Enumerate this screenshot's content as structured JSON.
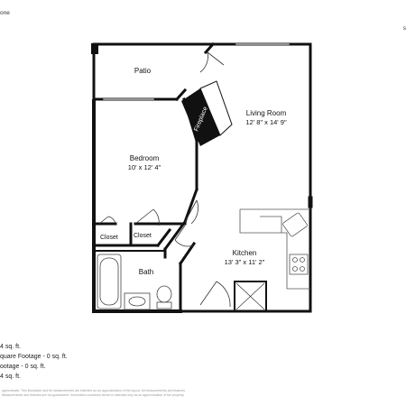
{
  "header": {
    "corner_left": "one",
    "corner_right": "s"
  },
  "rooms": {
    "patio": {
      "name": "Patio"
    },
    "living": {
      "name": "Living Room",
      "dims": "12' 8\" x 14' 9\""
    },
    "bedroom": {
      "name": "Bedroom",
      "dims": "10' x 12' 4\""
    },
    "closet1": {
      "name": "Closet"
    },
    "closet2": {
      "name": "Closet"
    },
    "bath": {
      "name": "Bath"
    },
    "kitchen": {
      "name": "Kitchen",
      "dims": "13' 3\" x 11' 2\""
    },
    "fireplace": {
      "name": "Fireplace"
    }
  },
  "footage": [
    "4 sq. ft.",
    "quare Footage - 0 sq. ft.",
    "ootage - 0 sq. ft.",
    "4 sq. ft."
  ],
  "disclaimer": {
    "line1": "approximate. This illustration and its measurements are intended as an approximation of the layout. All measurements and features",
    "line2": "Measurements and features are not guaranteed. Information contained herein is intended only as an approximation of the property."
  }
}
